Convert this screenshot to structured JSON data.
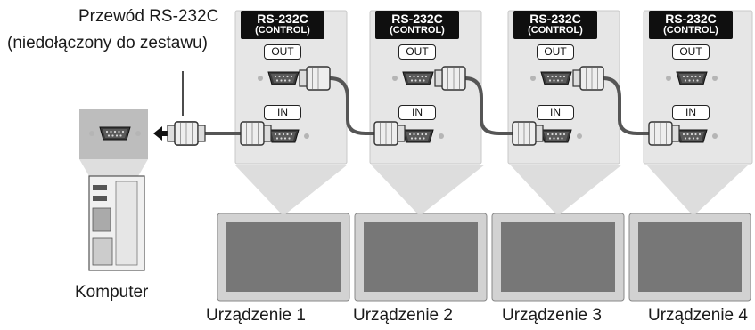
{
  "cable_label_line1": "Przewód RS-232C",
  "cable_label_line2": "(niedołączony do zestawu)",
  "computer_label": "Komputer",
  "port_header_title": "RS-232C",
  "port_header_subtitle": "(CONTROL)",
  "out_label": "OUT",
  "in_label": "IN",
  "devices": [
    {
      "label": "Urządzenie 1"
    },
    {
      "label": "Urządzenie 2"
    },
    {
      "label": "Urządzenie 3"
    },
    {
      "label": "Urządzenie 4"
    }
  ],
  "colors": {
    "panel": "#e6e6e6",
    "cable": "#555555",
    "monitor_bezel": "#d2d2d2",
    "monitor_screen": "#777777",
    "header_bg": "#0f0f0f"
  },
  "icons": [
    "arrow-left-icon",
    "db9-port-icon",
    "db9-plug-icon",
    "tower-pc-icon",
    "monitor-icon"
  ]
}
